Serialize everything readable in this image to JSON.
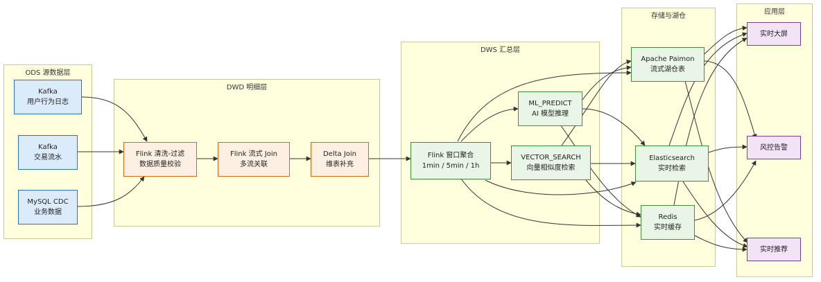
{
  "layers": {
    "ods": "ODS 源数据层",
    "dwd": "DWD 明细层",
    "dws": "DWS 汇总层",
    "storage": "存储与湖仓",
    "app": "应用层"
  },
  "nodes": {
    "kafka_log": {
      "title": "Kafka",
      "sub": "用户行为日志"
    },
    "kafka_trade": {
      "title": "Kafka",
      "sub": "交易流水"
    },
    "mysql_cdc": {
      "title": "MySQL CDC",
      "sub": "业务数据"
    },
    "flink_clean": {
      "title": "Flink 清洗-过滤",
      "sub": "数据质量校验"
    },
    "flink_join": {
      "title": "Flink 流式 Join",
      "sub": "多流关联"
    },
    "delta_join": {
      "title": "Delta Join",
      "sub": "维表补充"
    },
    "flink_window": {
      "title": "Flink 窗口聚合",
      "sub": "1min / 5min / 1h"
    },
    "ml_predict": {
      "title": "ML_PREDICT",
      "sub": "AI 模型推理"
    },
    "vector_search": {
      "title": "VECTOR_SEARCH",
      "sub": "向量相似度检索"
    },
    "paimon": {
      "title": "Apache Paimon",
      "sub": "流式湖仓表"
    },
    "elastic": {
      "title": "Elasticsearch",
      "sub": "实时检索"
    },
    "redis": {
      "title": "Redis",
      "sub": "实时缓存"
    },
    "dashboard": {
      "title": "实时大屏"
    },
    "risk": {
      "title": "风控告警"
    },
    "recommend": {
      "title": "实时推荐"
    }
  },
  "colors": {
    "layer_bg": "#ffffde",
    "source": "#2a71c8",
    "process": "#d2691e",
    "dws": "#3f8f3a",
    "app": "#7b3d96",
    "edge": "#333333"
  }
}
